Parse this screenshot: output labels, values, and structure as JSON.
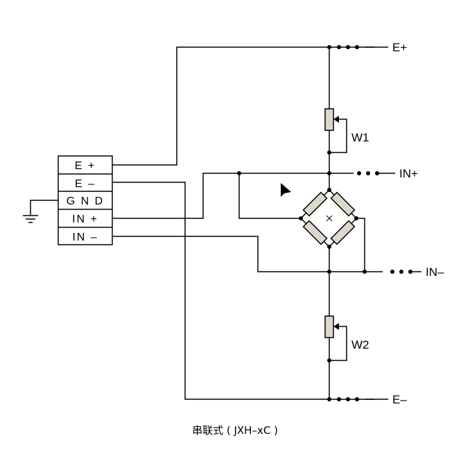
{
  "terminal_block": {
    "rows": [
      "E +",
      "E –",
      "G N D",
      "IN +",
      "IN –"
    ]
  },
  "outputs": {
    "e_plus": "E+",
    "in_plus": "IN+",
    "in_minus": "IN–",
    "e_minus": "E–"
  },
  "resistors": {
    "w1": "W1",
    "w2": "W2"
  },
  "caption": "串联式 ( JXH–xC )"
}
